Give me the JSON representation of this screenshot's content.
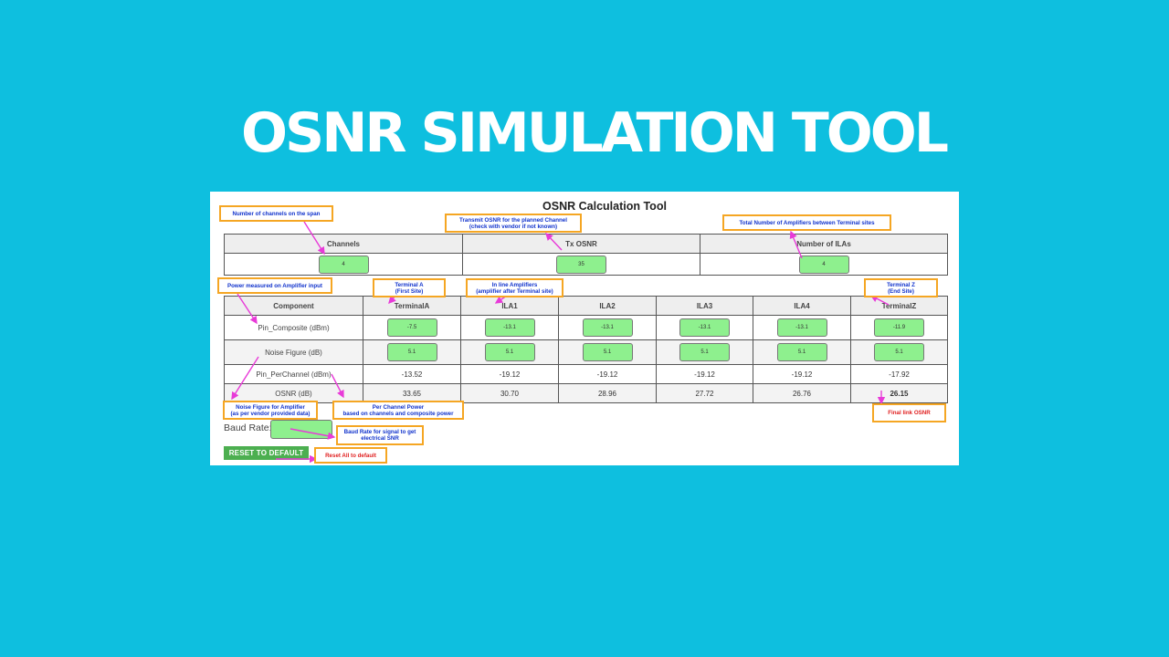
{
  "page_title": "OSNR SIMULATION TOOL",
  "tool": {
    "title": "OSNR Calculation Tool",
    "top_table": {
      "headers": [
        "Channels",
        "Tx OSNR",
        "Number of ILAs"
      ],
      "values": [
        "4",
        "35",
        "4"
      ]
    },
    "main_table": {
      "headers": [
        "Component",
        "TerminalA",
        "ILA1",
        "ILA2",
        "ILA3",
        "ILA4",
        "TerminalZ"
      ],
      "rows": [
        {
          "label": "Pin_Composite (dBm)",
          "inputs": true,
          "values": [
            "-7.5",
            "-13.1",
            "-13.1",
            "-13.1",
            "-13.1",
            "-11.9"
          ]
        },
        {
          "label": "Noise Figure (dB)",
          "inputs": true,
          "values": [
            "5.1",
            "5.1",
            "5.1",
            "5.1",
            "5.1",
            "5.1"
          ]
        },
        {
          "label": "Pin_PerChannel (dBm)",
          "inputs": false,
          "values": [
            "-13.52",
            "-19.12",
            "-19.12",
            "-19.12",
            "-19.12",
            "-17.92"
          ]
        },
        {
          "label": "OSNR (dB)",
          "inputs": false,
          "values": [
            "33.65",
            "30.70",
            "28.96",
            "27.72",
            "26.76",
            "26.15"
          ]
        }
      ]
    },
    "baud_rate_label": "Baud Rate:",
    "reset_label": "RESET TO DEFAULT"
  },
  "callouts": {
    "channels": [
      "Number of channels on the span"
    ],
    "tx_osnr": [
      "Transmit OSNR for the planned Channel",
      "(check with vendor if not known)"
    ],
    "num_ilas": [
      "Total Number of Amplifiers between Terminal sites"
    ],
    "power": [
      "Power measured on Amplifier input"
    ],
    "terminal_a": [
      "Terminal A",
      "(First Site)"
    ],
    "inline_amps": [
      "In line Amplifiers",
      "(amplifier after Terminal site)"
    ],
    "terminal_z": [
      "Terminal Z",
      "(End Site)"
    ],
    "noise_figure": [
      "Noise Figure for Amplifier",
      "(as per vendor provided data)"
    ],
    "per_channel": [
      "Per Channel Power",
      "based on channels and composite power"
    ],
    "baud": [
      "Baud Rate for signal to get",
      "electrical SNR"
    ],
    "final": [
      "Final link OSNR"
    ],
    "reset": [
      "Reset All to default"
    ]
  },
  "colors": {
    "background": "#0ebfdf",
    "input_fill": "#8ef08e",
    "callout_border": "#f5a623",
    "callout_text_blue": "#1133cc",
    "callout_text_red": "#e02020",
    "arrow": "#e83ad8",
    "reset_button": "#4caf50"
  }
}
